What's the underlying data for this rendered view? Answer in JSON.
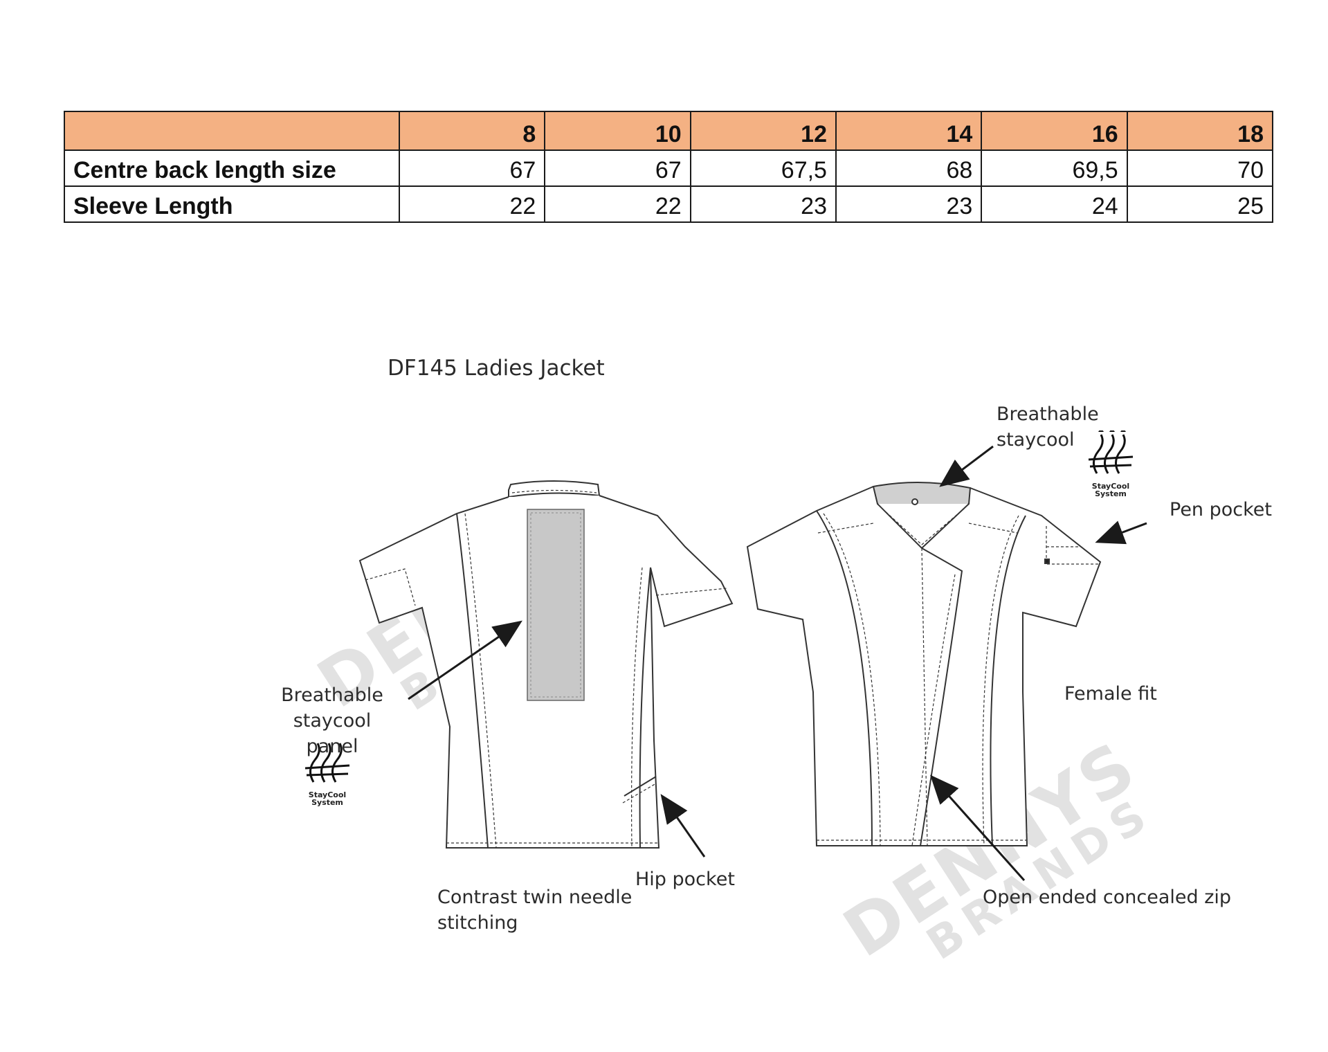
{
  "size_table": {
    "header": [
      "",
      "8",
      "10",
      "12",
      "14",
      "16",
      "18"
    ],
    "rows": [
      {
        "label": "Centre back length size",
        "values": [
          "67",
          "67",
          "67,5",
          "68",
          "69,5",
          "70"
        ]
      },
      {
        "label": "Sleeve Length",
        "values": [
          "22",
          "22",
          "23",
          "23",
          "24",
          "25"
        ]
      }
    ],
    "header_color": "#f4b183"
  },
  "diagram": {
    "title": "DF145 Ladies Jacket",
    "labels": {
      "breathable_staycool": "Breathable\nstaycool",
      "pen_pocket": "Pen pocket",
      "breathable_panel": "Breathable\nstaycool panel",
      "female_fit": "Female fit",
      "hip_pocket": "Hip pocket",
      "twin_needle": "Contrast  twin needle\n stitching",
      "concealed_zip": "Open ended concealed zip"
    },
    "logo_caption": "StayCool\nSystem",
    "watermark": {
      "line1": "DENNYS",
      "line2": "BRANDS"
    },
    "panel_color": "#c8c8c8"
  }
}
